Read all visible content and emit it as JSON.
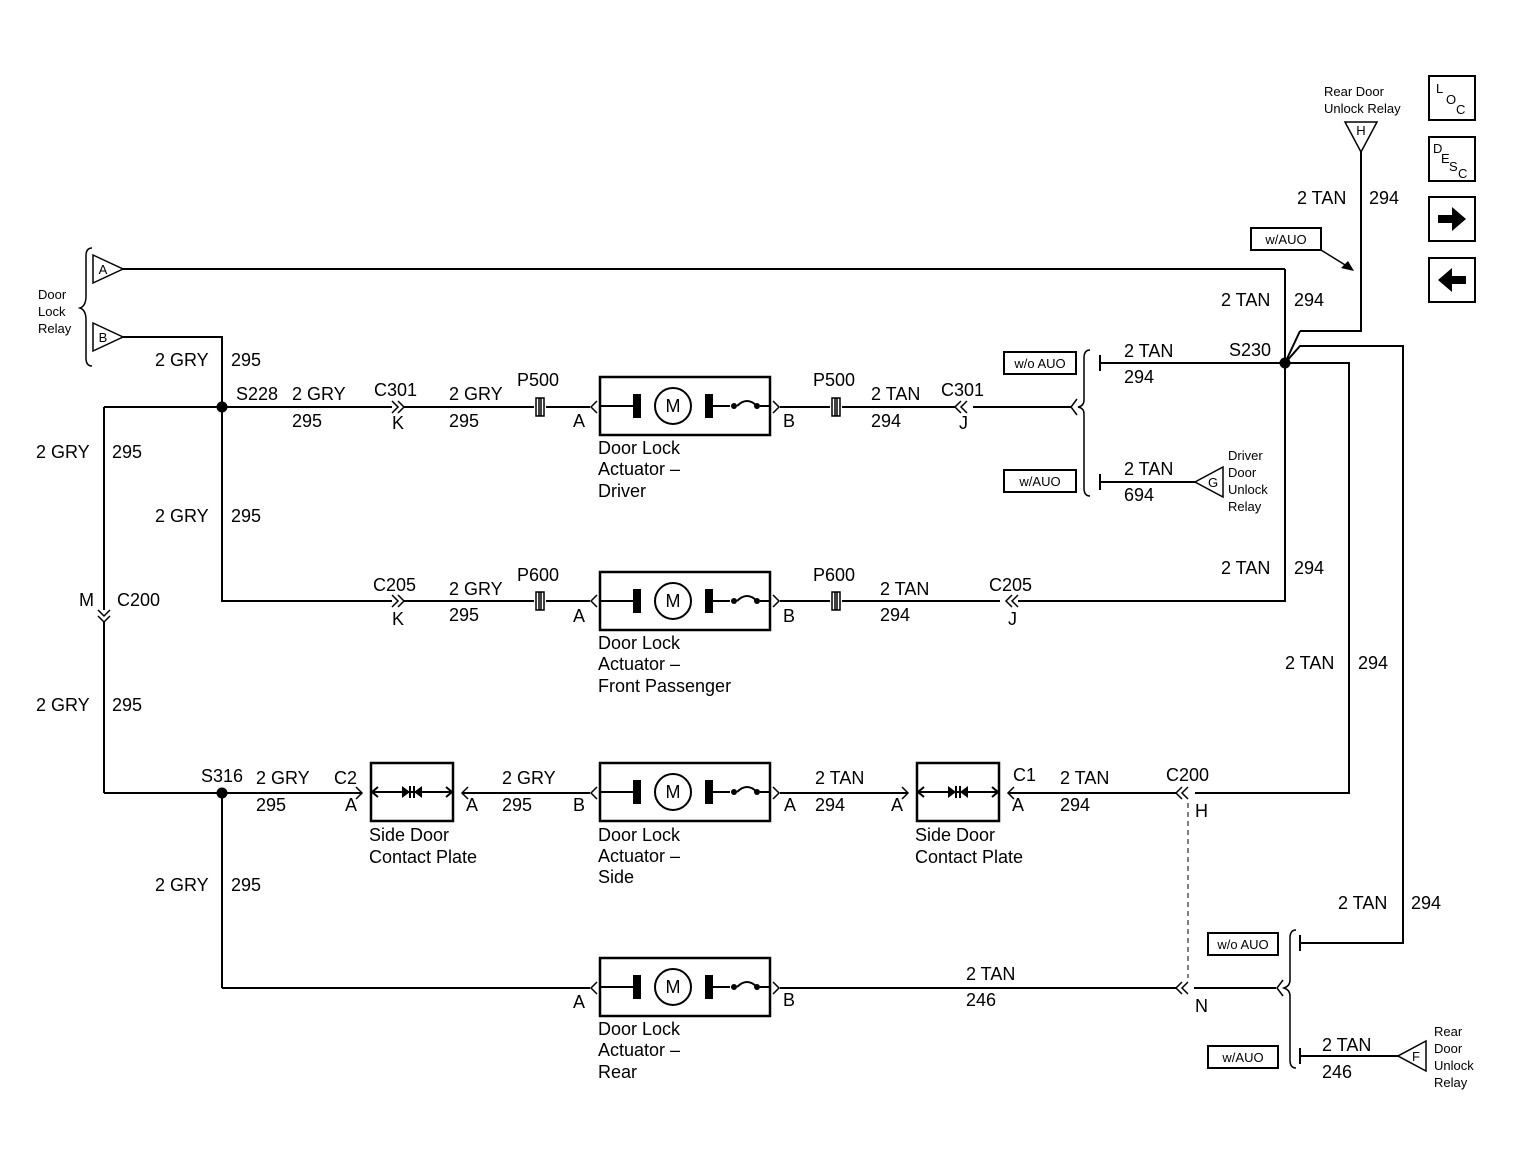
{
  "nav": {
    "loc": [
      "L",
      "O",
      "C"
    ],
    "desc": [
      "D",
      "E",
      "S",
      "C"
    ]
  },
  "relays": {
    "door_lock": [
      "Door",
      "Lock",
      "Relay"
    ],
    "rear_unlock_top": [
      "Rear Door",
      "Unlock Relay"
    ],
    "driver_unlock": [
      "Driver",
      "Door",
      "Unlock",
      "Relay"
    ],
    "rear_unlock_bottom": [
      "Rear",
      "Door",
      "Unlock",
      "Relay"
    ],
    "pins": {
      "A": "A",
      "B": "B",
      "H": "H",
      "G": "G",
      "F": "F"
    }
  },
  "options": {
    "with_auo": "w/AUO",
    "without_auo": "w/o AUO"
  },
  "wires": {
    "gry": "2 GRY",
    "tan": "2 TAN",
    "c295": "295",
    "c294": "294",
    "c694": "694",
    "c246": "246"
  },
  "splices": {
    "s228": "S228",
    "s230": "S230",
    "s316": "S316"
  },
  "connectors": {
    "c301": "C301",
    "c205": "C205",
    "c200": "C200",
    "c1": "C1",
    "c2": "C2",
    "p500": "P500",
    "p600": "P600",
    "pin_k": "K",
    "pin_j": "J",
    "pin_m": "M",
    "pin_h": "H",
    "pin_n": "N",
    "pin_a": "A",
    "pin_b": "B"
  },
  "components": {
    "motor": "M",
    "actuator_driver": [
      "Door Lock",
      "Actuator –",
      "Driver"
    ],
    "actuator_passenger": [
      "Door Lock",
      "Actuator –",
      "Front Passenger"
    ],
    "actuator_side": [
      "Door Lock",
      "Actuator –",
      "Side"
    ],
    "actuator_rear": [
      "Door Lock",
      "Actuator –",
      "Rear"
    ],
    "contact_plate": [
      "Side Door",
      "Contact Plate"
    ]
  }
}
